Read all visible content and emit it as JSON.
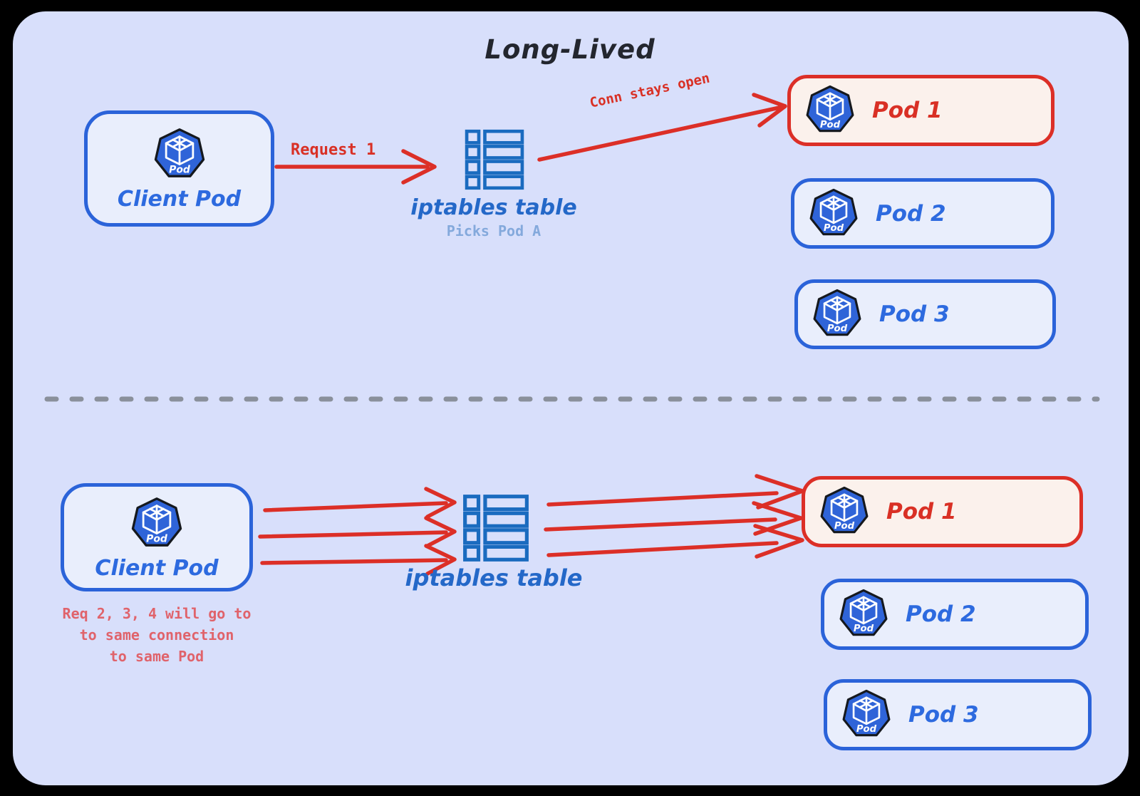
{
  "title": "Long-Lived",
  "pod_icon_label": "Pod",
  "colors": {
    "canvas_bg": "#d8dffb",
    "outer_bg": "#000000",
    "blue_border": "#2b63d9",
    "blue_text": "#2d6adf",
    "iptables_blue": "#1a6bbf",
    "red_accent": "#dc2f27",
    "red_text": "#d93025",
    "salmon_text": "#e0636b",
    "sub_blue": "#84a9dc",
    "dash_gray": "#8a909b",
    "k8s_icon_blue": "#2f64d8"
  },
  "top": {
    "client_pod": {
      "label": "Client Pod"
    },
    "request_arrow_label": "Request 1",
    "iptables": {
      "label": "iptables table",
      "sublabel": "Picks Pod A"
    },
    "conn_arrow_label": "Conn stays open",
    "pods": [
      {
        "label": "Pod 1",
        "highlight": true
      },
      {
        "label": "Pod 2",
        "highlight": false
      },
      {
        "label": "Pod 3",
        "highlight": false
      }
    ]
  },
  "bottom": {
    "client_pod": {
      "label": "Client Pod"
    },
    "iptables": {
      "label": "iptables table"
    },
    "annotation": [
      "Req 2, 3, 4 will go to",
      "to same connection",
      "to same Pod"
    ],
    "pods": [
      {
        "label": "Pod 1",
        "highlight": true
      },
      {
        "label": "Pod 2",
        "highlight": false
      },
      {
        "label": "Pod 3",
        "highlight": false
      }
    ]
  }
}
